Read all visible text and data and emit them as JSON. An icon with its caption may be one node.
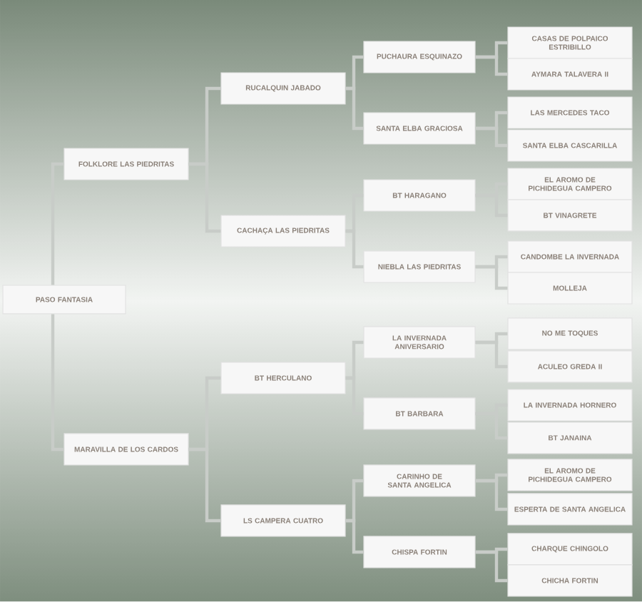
{
  "diagram": {
    "nodes": [
      {
        "text": [
          "PASO FANTASIA"
        ]
      },
      {
        "text": [
          "FOLKLORE LAS PIEDRITAS"
        ]
      },
      {
        "text": [
          "RUCALQUIN JABADO"
        ]
      },
      {
        "text": [
          "PUCHAURA ESQUINAZO"
        ]
      },
      {
        "text": [
          "CASAS DE POLPAICO ESTRIBILLO"
        ]
      },
      {
        "text": [
          "AYMARA TALAVERA II"
        ]
      },
      {
        "text": [
          "SANTA ELBA GRACIOSA"
        ]
      },
      {
        "text": [
          "LAS MERCEDES TACO"
        ]
      },
      {
        "text": [
          "SANTA ELBA CASCARILLA"
        ]
      },
      {
        "text": [
          "CACHAÇA LAS PIEDRITAS"
        ]
      },
      {
        "text": [
          "BT HARAGANO"
        ]
      },
      {
        "text": [
          "EL AROMO DE PICHIDEGUA CAMPERO"
        ]
      },
      {
        "text": [
          "BT VINAGRETE"
        ]
      },
      {
        "text": [
          "NIEBLA LAS PIEDRITAS"
        ]
      },
      {
        "text": [
          "CANDOMBE LA INVERNADA"
        ]
      },
      {
        "text": [
          "MOLLEJA"
        ]
      },
      {
        "text": [
          "MARAVILLA DE LOS CARDOS"
        ]
      },
      {
        "text": [
          "BT HERCULANO"
        ]
      },
      {
        "text": [
          "LA INVERNADA ANIVERSARIO"
        ]
      },
      {
        "text": [
          "NO ME TOQUES"
        ]
      },
      {
        "text": [
          "ACULEO GREDA II"
        ]
      },
      {
        "text": [
          "BT BARBARA"
        ]
      },
      {
        "text": [
          "LA INVERNADA HORNERO"
        ]
      },
      {
        "text": [
          "BT JANAINA"
        ]
      },
      {
        "text": [
          "LS CAMPERA CUATRO"
        ]
      },
      {
        "text": [
          "CARINHO DE SANTA ANGELICA"
        ]
      },
      {
        "text": [
          "EL AROMO DE PICHIDEGUA CAMPERO"
        ]
      },
      {
        "text": [
          "ESPERTA DE SANTA ANGELICA"
        ]
      },
      {
        "text": [
          "CHISPA FORTIN"
        ]
      },
      {
        "text": [
          "CHARQUE CHINGOLO"
        ]
      },
      {
        "text": [
          "CHICHA FORTIN"
        ]
      }
    ],
    "edges": [
      {
        "from": 0,
        "to": 1,
        "arrow": "none"
      },
      {
        "from": 0,
        "to": 16,
        "arrow": "none"
      },
      {
        "from": 1,
        "to": 2,
        "arrow": "none"
      },
      {
        "from": 1,
        "to": 9,
        "arrow": "none"
      },
      {
        "from": 2,
        "to": 3,
        "arrow": "none"
      },
      {
        "from": 2,
        "to": 6,
        "arrow": "none"
      },
      {
        "from": 3,
        "to": 4,
        "arrow": "none"
      },
      {
        "from": 3,
        "to": 5,
        "arrow": "none"
      },
      {
        "from": 6,
        "to": 7,
        "arrow": "none"
      },
      {
        "from": 6,
        "to": 8,
        "arrow": "none"
      },
      {
        "from": 9,
        "to": 10,
        "arrow": "none"
      },
      {
        "from": 9,
        "to": 13,
        "arrow": "none"
      },
      {
        "from": 10,
        "to": 11,
        "arrow": "none"
      },
      {
        "from": 10,
        "to": 12,
        "arrow": "none"
      },
      {
        "from": 13,
        "to": 14,
        "arrow": "none"
      },
      {
        "from": 13,
        "to": 15,
        "arrow": "none"
      },
      {
        "from": 16,
        "to": 17,
        "arrow": "none"
      },
      {
        "from": 16,
        "to": 24,
        "arrow": "none"
      },
      {
        "from": 17,
        "to": 18,
        "arrow": "none"
      },
      {
        "from": 17,
        "to": 21,
        "arrow": "none"
      },
      {
        "from": 18,
        "to": 19,
        "arrow": "none"
      },
      {
        "from": 18,
        "to": 20,
        "arrow": "none"
      },
      {
        "from": 21,
        "to": 22,
        "arrow": "none"
      },
      {
        "from": 21,
        "to": 23,
        "arrow": "none"
      },
      {
        "from": 24,
        "to": 25,
        "arrow": "none"
      },
      {
        "from": 24,
        "to": 28,
        "arrow": "none"
      },
      {
        "from": 25,
        "to": 26,
        "arrow": "none"
      },
      {
        "from": 25,
        "to": 27,
        "arrow": "none"
      },
      {
        "from": 28,
        "to": 29,
        "arrow": "none"
      },
      {
        "from": 28,
        "to": 30,
        "arrow": "none"
      }
    ]
  }
}
